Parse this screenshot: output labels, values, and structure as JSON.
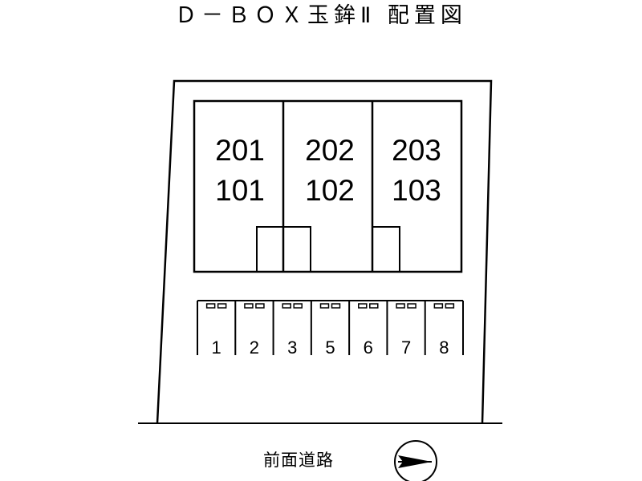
{
  "title": "Ｄ－ＢＯＸ玉鉾Ⅱ 配置図",
  "units": [
    {
      "upper": "201",
      "lower": "101"
    },
    {
      "upper": "202",
      "lower": "102"
    },
    {
      "upper": "203",
      "lower": "103"
    }
  ],
  "parking_spaces": [
    "1",
    "2",
    "3",
    "5",
    "6",
    "7",
    "8"
  ],
  "road_label": "前面道路",
  "north_arrow_icon": "north-arrow-icon"
}
